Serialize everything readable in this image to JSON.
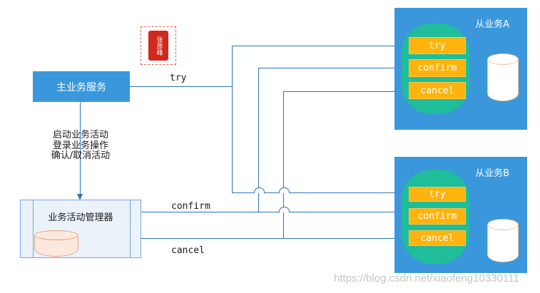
{
  "diagram": {
    "main_service": {
      "label": "主业务服务"
    },
    "seal": {
      "text": "张彦峰"
    },
    "note_lines": [
      "启动业务活动",
      "登录业务操作",
      "确认/取消活动"
    ],
    "edge_labels": {
      "try": "try",
      "confirm": "confirm",
      "cancel": "cancel"
    },
    "activity_manager": {
      "label": "业务活动管理器"
    },
    "slaves": [
      {
        "title": "从业务A",
        "buttons": {
          "try": "try",
          "confirm": "confirm",
          "cancel": "cancel"
        }
      },
      {
        "title": "从业务B",
        "buttons": {
          "try": "try",
          "confirm": "confirm",
          "cancel": "cancel"
        }
      }
    ],
    "watermark": "https://blog.csdn.net/xiaofeng10330111",
    "colors": {
      "node_blue": "#3A97DC",
      "wire_blue": "#2E75B6",
      "capsule_green": "#1FBD99",
      "button_orange": "#FFB30C",
      "manager_fill": "#EBF2FA",
      "manager_border": "#74A7DC",
      "manager_db_fill": "#FCE8DD",
      "manager_db_border": "#E5A183",
      "slave_db_border": "#F0C492",
      "seal_red": "#D0281C",
      "watermark_gray": "#BBBBBB"
    }
  }
}
